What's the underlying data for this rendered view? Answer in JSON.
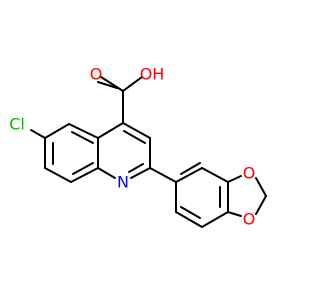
{
  "molecule": {
    "atoms": {
      "O_carbonyl": {
        "label": "O",
        "color": "#ff0000"
      },
      "OH": {
        "label": "OH",
        "color": "#ff0000"
      },
      "Cl": {
        "label": "Cl",
        "color": "#00c000"
      },
      "N": {
        "label": "N",
        "color": "#0000ff"
      },
      "O_ring_top": {
        "label": "O",
        "color": "#ff0000"
      },
      "O_ring_bottom": {
        "label": "O",
        "color": "#ff0000"
      }
    },
    "bond_color": "#000000"
  }
}
